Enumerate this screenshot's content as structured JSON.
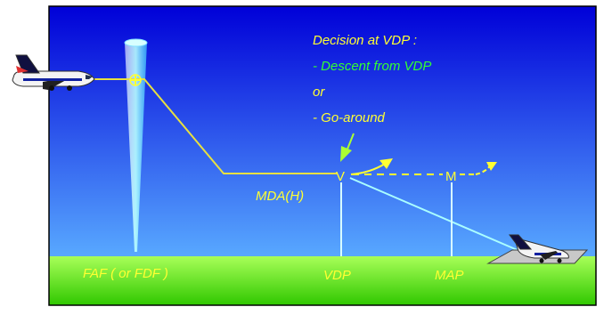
{
  "decision": {
    "title": "Decision at VDP :",
    "option_descent": "- Descent from VDP",
    "or_text": "or",
    "option_go_around": "- Go-around"
  },
  "labels": {
    "mda": "MDA(H)",
    "faf": "FAF ( or FDF )",
    "vdp": "VDP",
    "map": "MAP",
    "v_marker": "V",
    "m_marker": "M"
  },
  "colors": {
    "sky_top": "#0000d8",
    "sky_bottom": "#58a8ff",
    "ground_top": "#a8ff58",
    "ground_bottom": "#30c800",
    "approach_path": "#e8e040",
    "text_yellow": "#ffff33",
    "text_green": "#33ff33",
    "arrow_green": "#aaff33",
    "marker_line": "#d8ffff",
    "descent_line": "#aaffff",
    "frame_border": "#000000"
  },
  "icons": [
    "airplane-icon-left",
    "airplane-icon-right",
    "faf-cross-icon",
    "green-arrow-icon",
    "yellow-arrow-icon"
  ]
}
